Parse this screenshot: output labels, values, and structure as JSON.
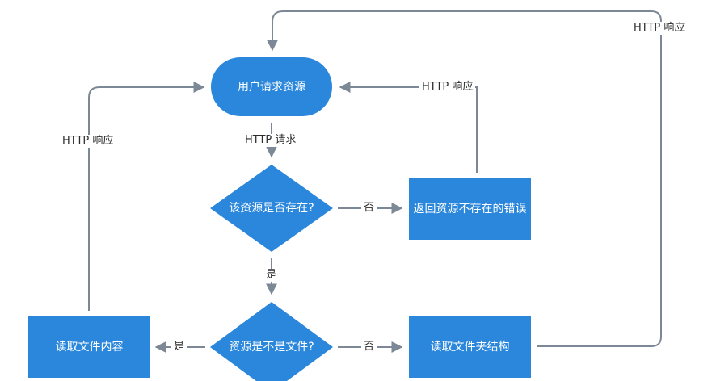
{
  "nodes": {
    "start": {
      "label": "用户请求资源"
    },
    "exists": {
      "label": "该资源是否存在?"
    },
    "error": {
      "label": "返回资源不存在的错误"
    },
    "isfile": {
      "label": "资源是不是文件?"
    },
    "readfile": {
      "label": "读取文件内容"
    },
    "readdir": {
      "label": "读取文件夹结构"
    }
  },
  "edges": {
    "request": "HTTP 请求",
    "error_response": "HTTP 响应",
    "file_response": "HTTP 响应",
    "dir_response": "HTTP 响应",
    "exists_no": "否",
    "exists_yes": "是",
    "isfile_yes": "是",
    "isfile_no": "否"
  },
  "colors": {
    "node_fill": "#2b87dc",
    "node_text": "#ffffff",
    "line": "#7d8896"
  }
}
